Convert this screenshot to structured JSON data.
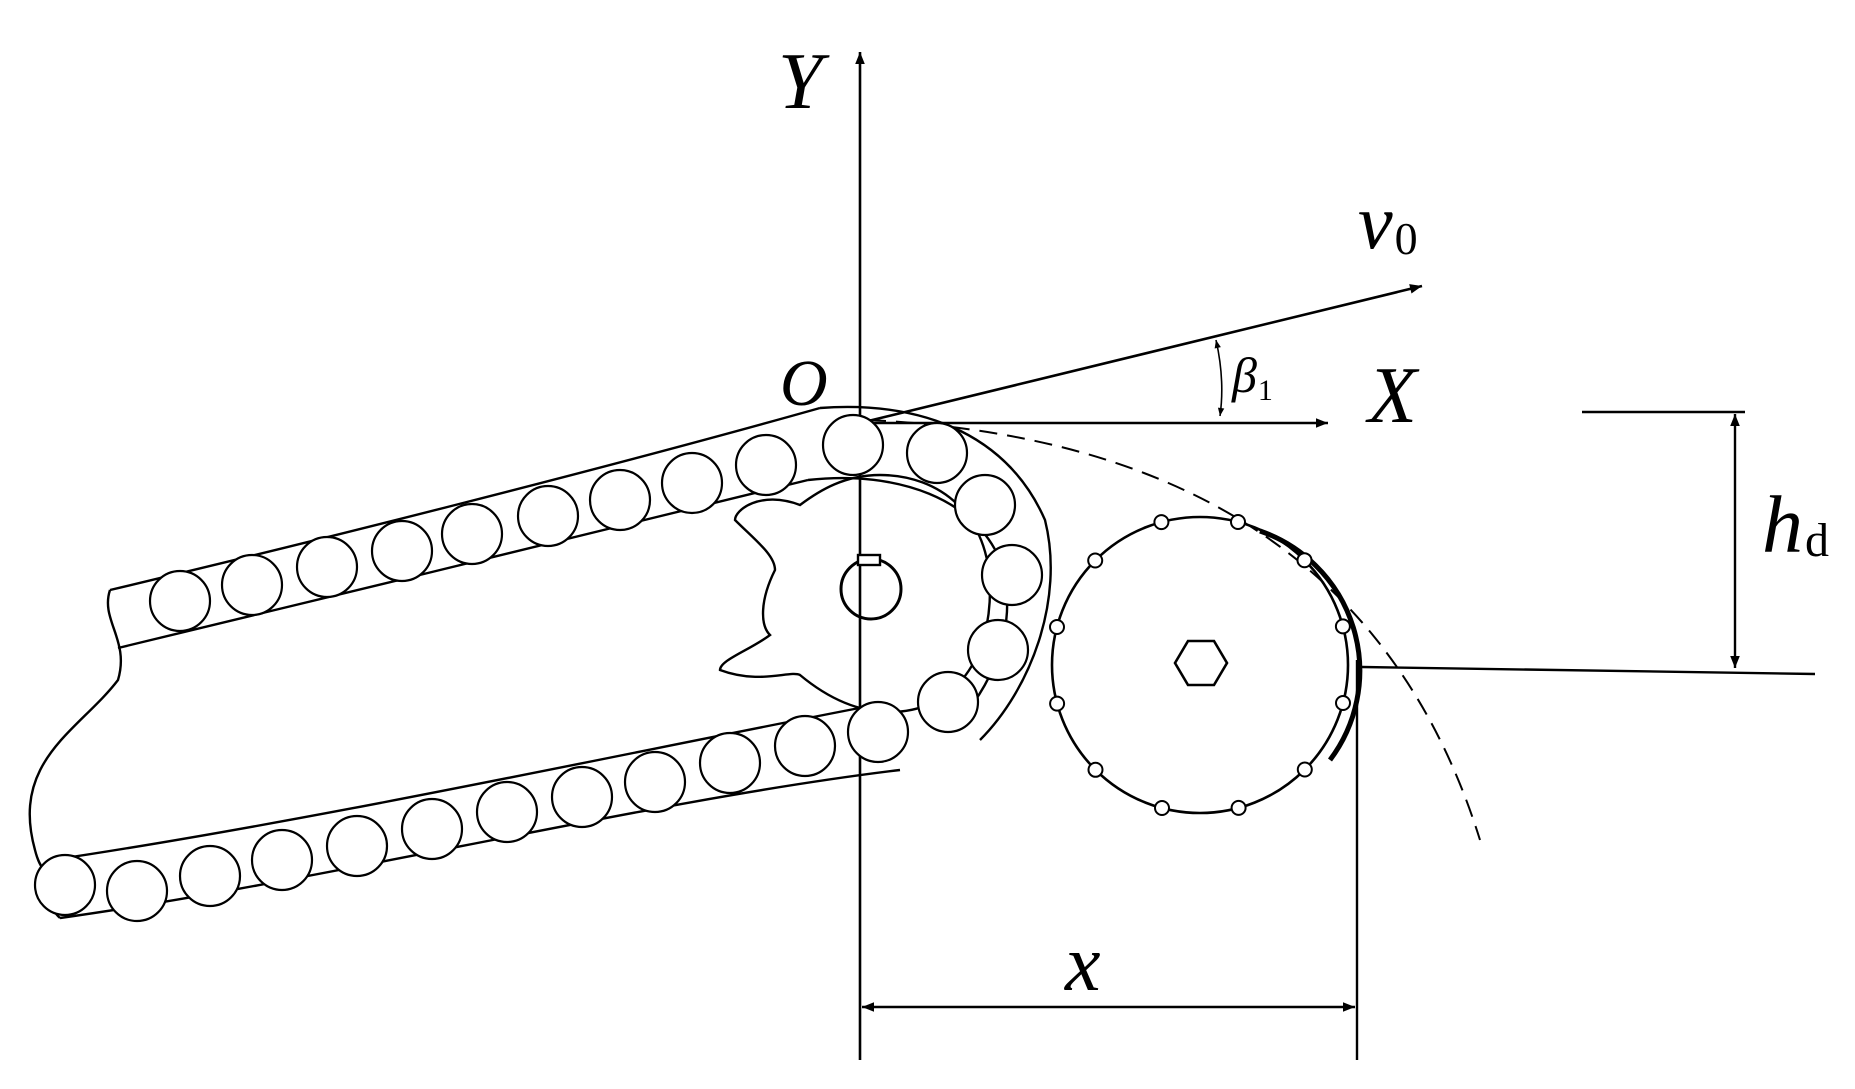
{
  "labels": {
    "y_axis": "Y",
    "x_axis": "X",
    "origin": "O",
    "velocity_symbol": "v",
    "velocity_subscript": "0",
    "angle_symbol": "β",
    "angle_subscript": "1",
    "height_symbol": "h",
    "height_subscript": "d",
    "distance_symbol": "x"
  },
  "colors": {
    "ink": "#000000",
    "paper": "#ffffff"
  }
}
